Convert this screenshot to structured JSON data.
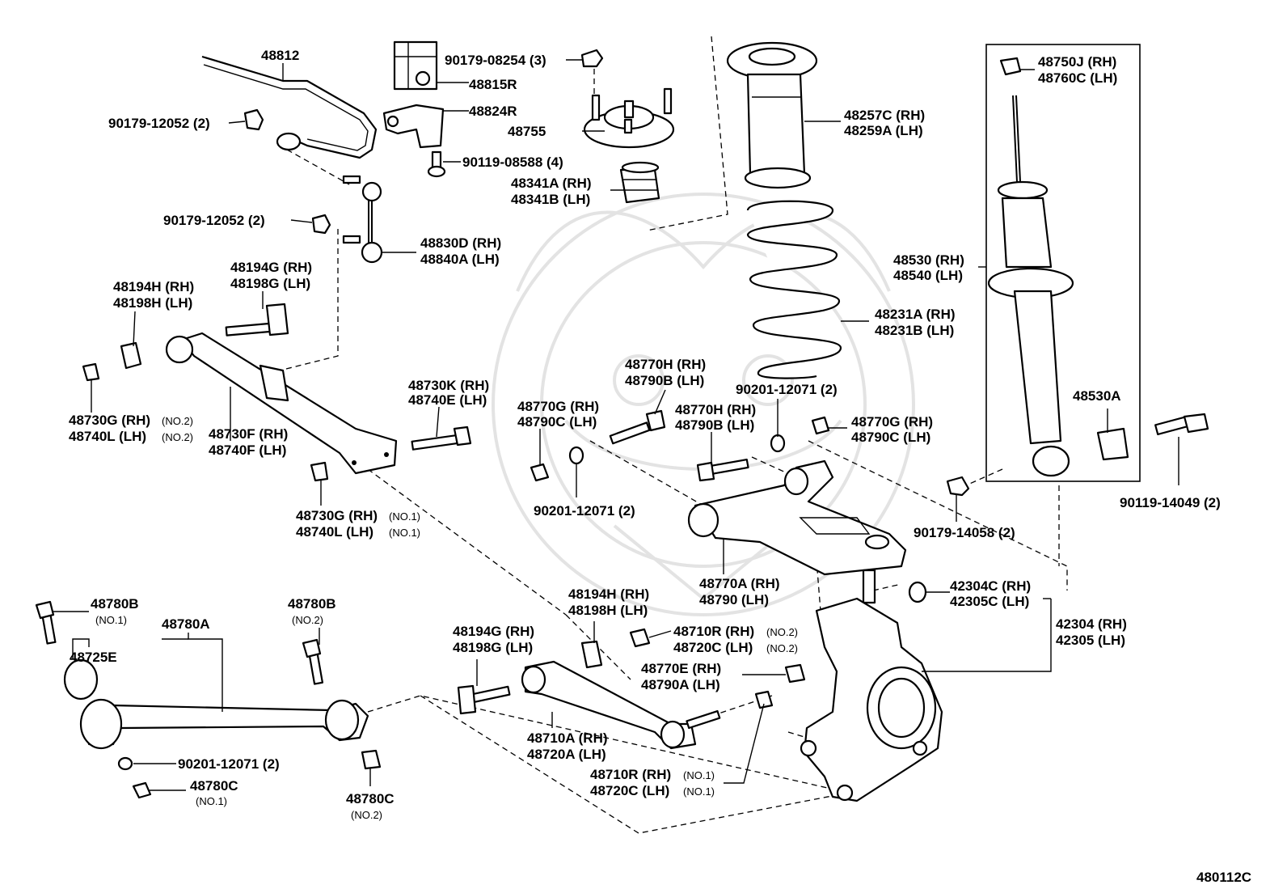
{
  "parts": {
    "p48812": "48812",
    "p90179_08254": "90179-08254 (3)",
    "p48815R": "48815R",
    "p48824R": "48824R",
    "p48755": "48755",
    "p90179_12052_a": "90179-12052 (2)",
    "p90119_08588": "90119-08588 (4)",
    "p48341A": "48341A (RH)",
    "p48341B": "48341B (LH)",
    "p48257C": "48257C (RH)",
    "p48259A": "48259A (LH)",
    "p48750J": "48750J (RH)",
    "p48760C": "48760C (LH)",
    "p90179_12052_b": "90179-12052 (2)",
    "p48830D": "48830D (RH)",
    "p48840A": "48840A (LH)",
    "p48530": "48530 (RH)",
    "p48540": "48540 (LH)",
    "p48194G_a": "48194G (RH)",
    "p48198G_a": "48198G (LH)",
    "p48194H_a": "48194H (RH)",
    "p48198H_a": "48198H (LH)",
    "p48231A": "48231A (RH)",
    "p48231B": "48231B (LH)",
    "p48770H_a": "48770H (RH)",
    "p48790B_a": "48790B (LH)",
    "p90201_12071_a": "90201-12071 (2)",
    "p48730K": "48730K (RH)",
    "p48740E": "48740E (LH)",
    "p48770G_a": "48770G (RH)",
    "p48790C_a": "48790C (LH)",
    "p48770H_b": "48770H (RH)",
    "p48790B_b": "48790B (LH)",
    "p48770G_b": "48770G (RH)",
    "p48790C_b": "48790C (LH)",
    "p48530A": "48530A",
    "p48730G_a": "48730G (RH)",
    "p48740L_a": "48740L (LH)",
    "no2_a": "(NO.2)",
    "no2_b": "(NO.2)",
    "p48730F": "48730F (RH)",
    "p48740F": "48740F (LH)",
    "p90201_12071_b": "90201-12071 (2)",
    "p90179_14058": "90179-14058 (2)",
    "p90119_14049": "90119-14049 (2)",
    "p48730G_b": "48730G (RH)",
    "p48740L_b": "48740L (LH)",
    "no1_a": "(NO.1)",
    "no1_b": "(NO.1)",
    "p48770A": "48770A (RH)",
    "p48790": "48790 (LH)",
    "p48194H_b": "48194H (RH)",
    "p48198H_b": "48198H (LH)",
    "p42304C": "42304C (RH)",
    "p42305C": "42305C (LH)",
    "p48780B_a": "48780B",
    "no1_c": "(NO.1)",
    "p48780A": "48780A",
    "p48780B_b": "48780B",
    "no2_c": "(NO.2)",
    "p42304": "42304 (RH)",
    "p42305": "42305 (LH)",
    "p48194G_b": "48194G (RH)",
    "p48198G_b": "48198G (LH)",
    "p48710R_a": "48710R (RH)",
    "p48720C_a": "48720C (LH)",
    "no2_d": "(NO.2)",
    "no2_e": "(NO.2)",
    "p48725E": "48725E",
    "p48770E": "48770E (RH)",
    "p48790A": "48790A (LH)",
    "p48710A": "48710A (RH)",
    "p48720A": "48720A (LH)",
    "p90201_12071_c": "90201-12071 (2)",
    "p48710R_b": "48710R (RH)",
    "p48720C_b": "48720C (LH)",
    "no1_d": "(NO.1)",
    "no1_e": "(NO.1)",
    "p48780C_a": "48780C",
    "no1_f": "(NO.1)",
    "p48780C_b": "48780C",
    "no2_f": "(NO.2)"
  },
  "figure_code": "480112C"
}
